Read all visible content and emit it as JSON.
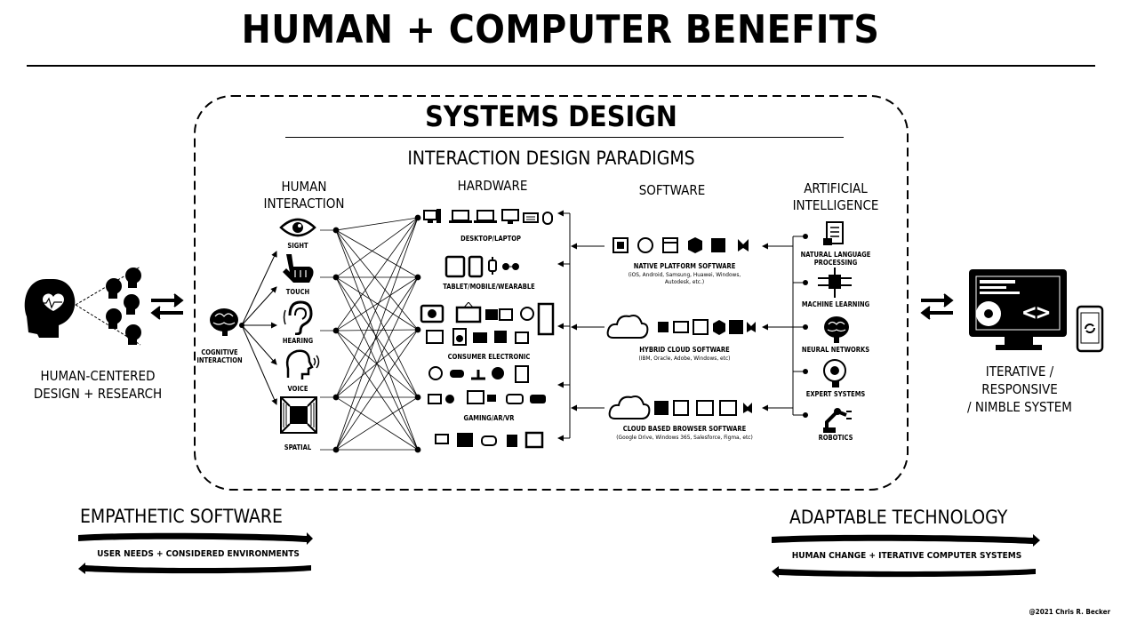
{
  "title": "HUMAN + COMPUTER BENEFITS",
  "systems_design": {
    "title": "SYSTEMS DESIGN",
    "subtitle": "INTERACTION DESIGN PARADIGMS"
  },
  "left": {
    "label_line1": "HUMAN-CENTERED",
    "label_line2": "DESIGN + RESEARCH"
  },
  "right": {
    "label_line1": "ITERATIVE /",
    "label_line2": "RESPONSIVE",
    "label_line3": "/ NIMBLE SYSTEM"
  },
  "human_interaction": {
    "heading_line1": "HUMAN",
    "heading_line2": "INTERACTION",
    "cognitive_line1": "COGNITIVE",
    "cognitive_line2": "INTERACTION",
    "items": [
      "SIGHT",
      "TOUCH",
      "HEARING",
      "VOICE",
      "SPATIAL"
    ]
  },
  "hardware": {
    "heading": "HARDWARE",
    "groups": [
      "DESKTOP/LAPTOP",
      "TABLET/MOBILE/WEARABLE",
      "CONSUMER ELECTRONIC",
      "GAMING/AR/VR"
    ]
  },
  "software": {
    "heading": "SOFTWARE",
    "groups": [
      {
        "name": "NATIVE PLATFORM SOFTWARE",
        "detail1": "(iOS, Android, Samsung, Huawei, Windows,",
        "detail2": "Autodesk, etc.)"
      },
      {
        "name": "HYBRID CLOUD SOFTWARE",
        "detail1": "(IBM, Oracle, Adobe, Windows, etc)",
        "detail2": ""
      },
      {
        "name": "CLOUD BASED BROWSER SOFTWARE",
        "detail1": "(Google Drive, Windows 365, Salesforce, Figma, etc)",
        "detail2": ""
      }
    ]
  },
  "ai": {
    "heading_line1": "ARTIFICIAL",
    "heading_line2": "INTELLIGENCE",
    "items": [
      {
        "line1": "NATURAL LANGUAGE",
        "line2": "PROCESSING"
      },
      {
        "line1": "MACHINE LEARNING",
        "line2": ""
      },
      {
        "line1": "NEURAL NETWORKS",
        "line2": ""
      },
      {
        "line1": "EXPERT SYSTEMS",
        "line2": ""
      },
      {
        "line1": "ROBOTICS",
        "line2": ""
      }
    ]
  },
  "bottom_left": {
    "title": "EMPATHETIC SOFTWARE",
    "arrow_text": "USER NEEDS + CONSIDERED ENVIRONMENTS"
  },
  "bottom_right": {
    "title": "ADAPTABLE TECHNOLOGY",
    "arrow_text": "HUMAN CHANGE + ITERATIVE COMPUTER SYSTEMS"
  },
  "credit": "@2021 Chris R. Becker"
}
